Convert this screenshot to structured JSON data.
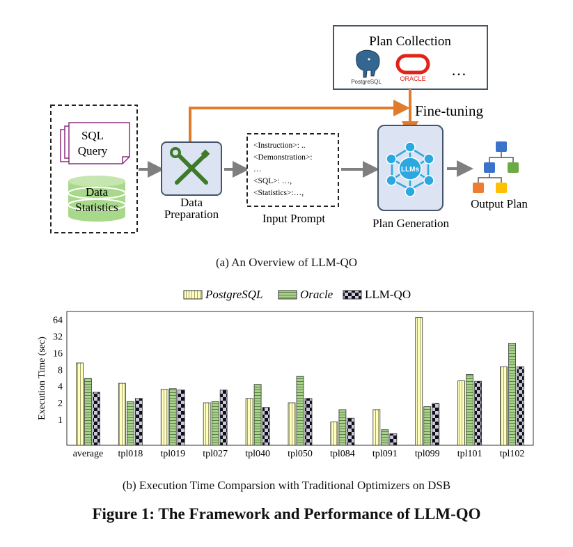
{
  "diagram": {
    "plan_collection": {
      "title": "Plan Collection",
      "postgres_logo_text": "PostgreSQL",
      "oracle_logo_text": "ORACLE",
      "ellipsis": "…"
    },
    "fine_tuning_label": "Fine-tuning",
    "sql_query_line1": "SQL",
    "sql_query_line2": "Query",
    "data_stats_line1": "Data",
    "data_stats_line2": "Statistics",
    "data_prep_line1": "Data",
    "data_prep_line2": "Preparation",
    "prompt_lines": [
      "<Instruction>: ..",
      "<Demonstration>:",
      "…",
      "<SQL>: …,",
      "<Statistics>:…,"
    ],
    "input_prompt_label": "Input Prompt",
    "llm_node_label": "LLMs",
    "plan_generation_label": "Plan Generation",
    "output_plan_label": "Output Plan",
    "colors": {
      "orange_arrow": "#E07B2C",
      "gray_arrow": "#7F7F7F",
      "box_fill": "#DCE3F2",
      "box_border": "#44546A",
      "green_db": "#A8D88A",
      "purple_doc": "#8B2F7E",
      "llm_node": "#2AA8DF",
      "tree_blue": "#3A73C9",
      "tree_green": "#6BAA45",
      "tree_orange": "#ED7D31",
      "tree_yellow": "#FFC000"
    }
  },
  "caption_a": "(a)  An Overview of LLM-QO",
  "caption_b": "(b)  Execution Time Comparsion with Traditional Optimizers on DSB",
  "figure_caption": "Figure 1: The Framework and Performance of LLM-QO",
  "chart_data": {
    "type": "bar",
    "scale": "log2",
    "ylabel": "Execution Time (sec)",
    "yticks": [
      1,
      2,
      4,
      8,
      16,
      32,
      64
    ],
    "ytick_labels": [
      "1",
      "2",
      "4",
      "8",
      "16",
      "32",
      "64"
    ],
    "ylim": [
      0.34,
      90
    ],
    "categories": [
      "average",
      "tpl018",
      "tpl019",
      "tpl027",
      "tpl040",
      "tpl050",
      "tpl084",
      "tpl091",
      "tpl099",
      "tpl101",
      "tpl102"
    ],
    "series": [
      {
        "name": "PostgreSQL",
        "color": "#FFFFC0",
        "values": [
          10.5,
          4.5,
          3.5,
          2.0,
          2.4,
          2.0,
          0.9,
          1.5,
          70,
          5.0,
          9.0
        ]
      },
      {
        "name": "Oracle",
        "color": "#A9D18E",
        "values": [
          5.5,
          2.1,
          3.6,
          2.1,
          4.3,
          6.0,
          1.5,
          0.65,
          1.7,
          6.5,
          24
        ]
      },
      {
        "name": "LLM-QO",
        "color": "#1A1A1A",
        "values": [
          3.1,
          2.4,
          3.4,
          3.4,
          1.65,
          2.4,
          1.05,
          0.55,
          1.95,
          4.9,
          9.0
        ]
      }
    ],
    "legend_position": "top",
    "grid": false
  }
}
